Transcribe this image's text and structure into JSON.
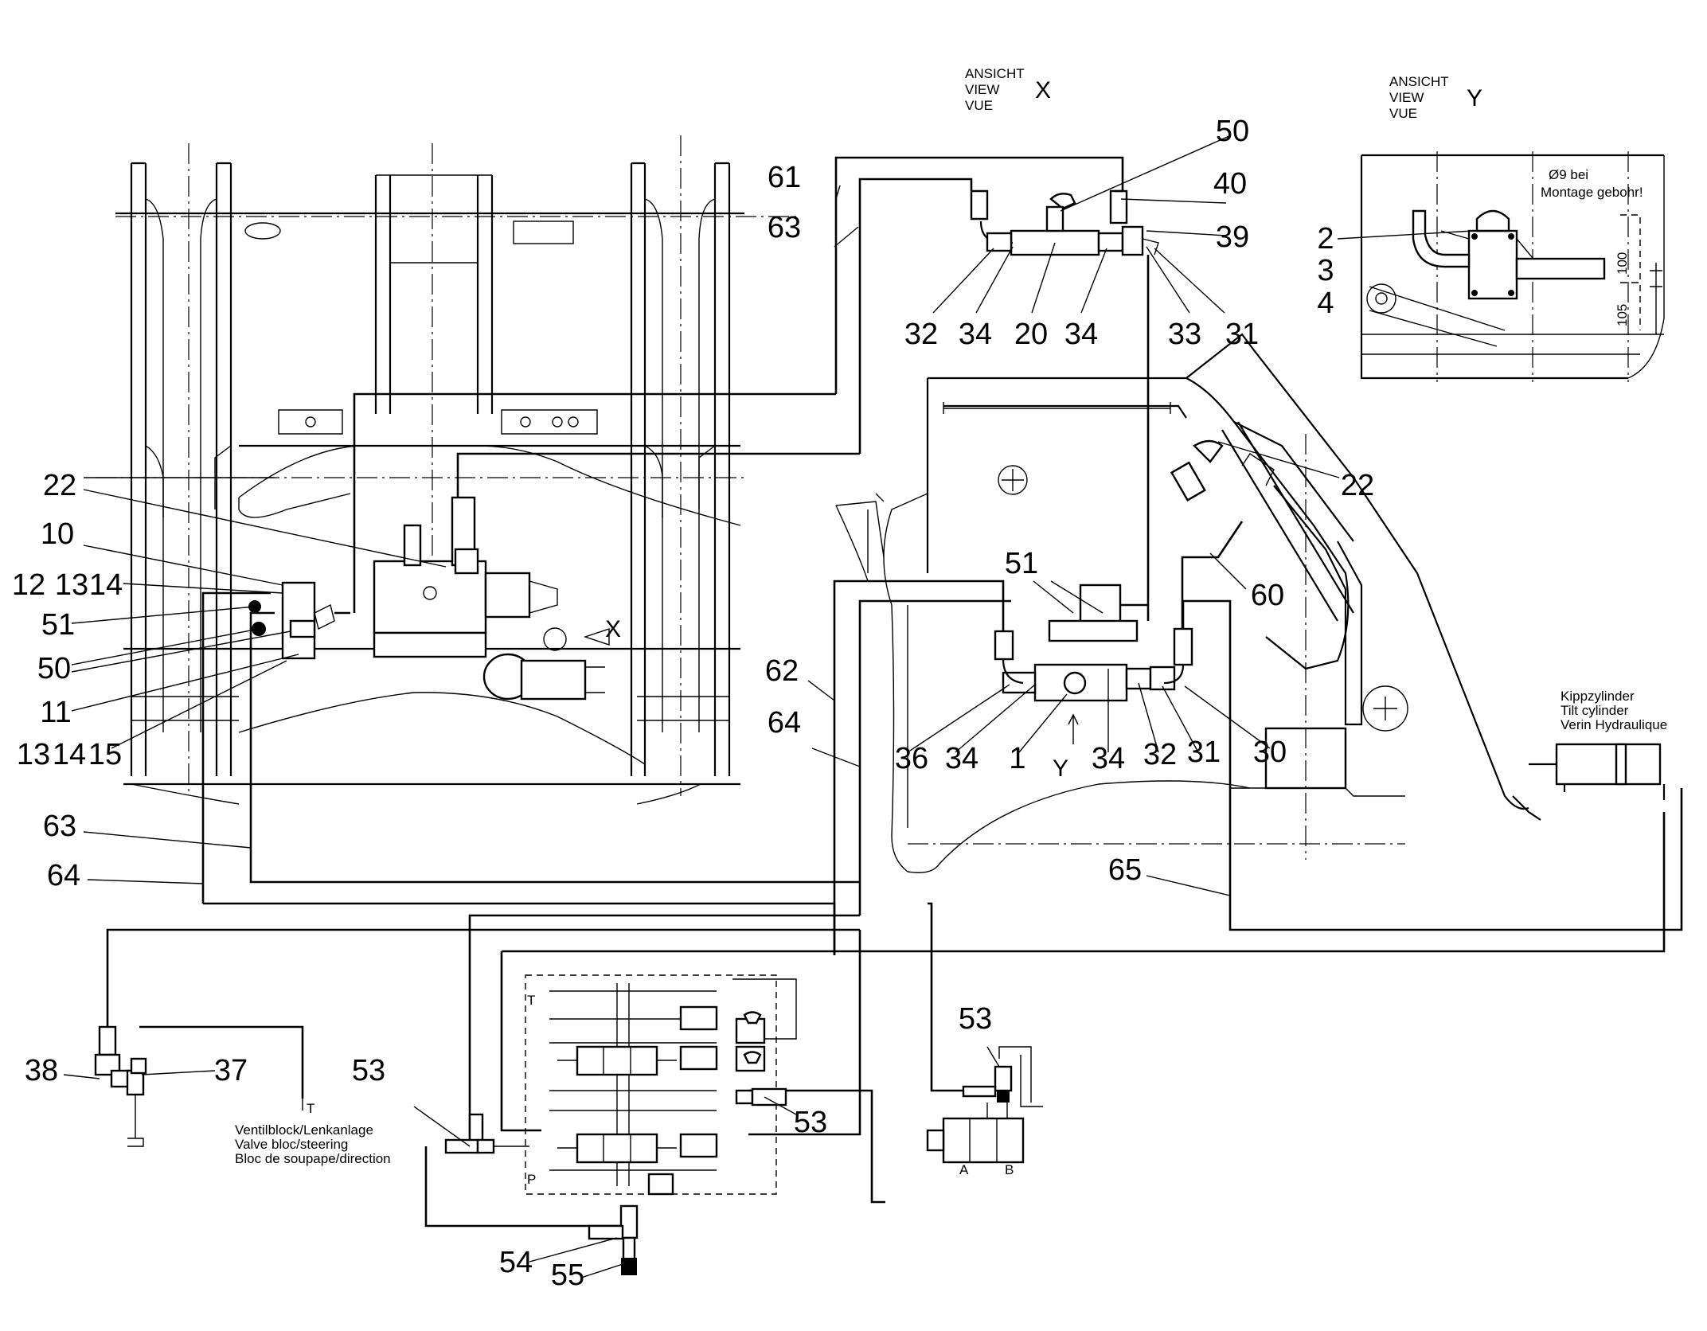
{
  "view_x": {
    "lines": [
      "ANSICHT",
      "VIEW",
      "VUE"
    ],
    "letter": "X"
  },
  "view_y": {
    "lines": [
      "ANSICHT",
      "VIEW",
      "VUE"
    ],
    "letter": "Y"
  },
  "note_drill": {
    "line1": "Ø9 bei",
    "line2": "Montage gebohr!"
  },
  "dims": {
    "d100": "100",
    "d105": "105"
  },
  "tilt_cylinder": {
    "lines": [
      "Kippzylinder",
      "Tilt cylinder",
      "Verin Hydraulique"
    ]
  },
  "valve_block": {
    "lines": [
      "Ventilblock/Lenkanlage",
      "Valve bloc/steering",
      "Bloc de soupape/direction"
    ]
  },
  "arrow_x": "X",
  "arrow_y": "Y",
  "ports": {
    "t": "T",
    "p": "P",
    "a": "A",
    "b": "B"
  },
  "callouts": [
    {
      "id": "c50top",
      "text": "50"
    },
    {
      "id": "c61",
      "text": "61"
    },
    {
      "id": "c40",
      "text": "40"
    },
    {
      "id": "c63top",
      "text": "63"
    },
    {
      "id": "c39",
      "text": "39"
    },
    {
      "id": "c32top",
      "text": "32"
    },
    {
      "id": "c34a",
      "text": "34"
    },
    {
      "id": "c20",
      "text": "20"
    },
    {
      "id": "c34b",
      "text": "34"
    },
    {
      "id": "c33",
      "text": "33"
    },
    {
      "id": "c31top",
      "text": "31"
    },
    {
      "id": "c2",
      "text": "2"
    },
    {
      "id": "c3",
      "text": "3"
    },
    {
      "id": "c4",
      "text": "4"
    },
    {
      "id": "c22left",
      "text": "22"
    },
    {
      "id": "c22right",
      "text": "22"
    },
    {
      "id": "c10",
      "text": "10"
    },
    {
      "id": "c12",
      "text": "12"
    },
    {
      "id": "c13a",
      "text": "13"
    },
    {
      "id": "c14a",
      "text": "14"
    },
    {
      "id": "c51left",
      "text": "51"
    },
    {
      "id": "c50left",
      "text": "50"
    },
    {
      "id": "c11",
      "text": "11"
    },
    {
      "id": "c13b",
      "text": "13"
    },
    {
      "id": "c14b",
      "text": "14"
    },
    {
      "id": "c15",
      "text": "15"
    },
    {
      "id": "c51right",
      "text": "51"
    },
    {
      "id": "c60",
      "text": "60"
    },
    {
      "id": "c62",
      "text": "62"
    },
    {
      "id": "c64mid",
      "text": "64"
    },
    {
      "id": "c36",
      "text": "36"
    },
    {
      "id": "c34c",
      "text": "34"
    },
    {
      "id": "c1",
      "text": "1"
    },
    {
      "id": "c34d",
      "text": "34"
    },
    {
      "id": "c32mid",
      "text": "32"
    },
    {
      "id": "c31mid",
      "text": "31"
    },
    {
      "id": "c30",
      "text": "30"
    },
    {
      "id": "c63left",
      "text": "63"
    },
    {
      "id": "c64left",
      "text": "64"
    },
    {
      "id": "c65",
      "text": "65"
    },
    {
      "id": "c38",
      "text": "38"
    },
    {
      "id": "c37",
      "text": "37"
    },
    {
      "id": "c53a",
      "text": "53"
    },
    {
      "id": "c53b",
      "text": "53"
    },
    {
      "id": "c53c",
      "text": "53"
    },
    {
      "id": "c54",
      "text": "54"
    },
    {
      "id": "c55",
      "text": "55"
    }
  ]
}
